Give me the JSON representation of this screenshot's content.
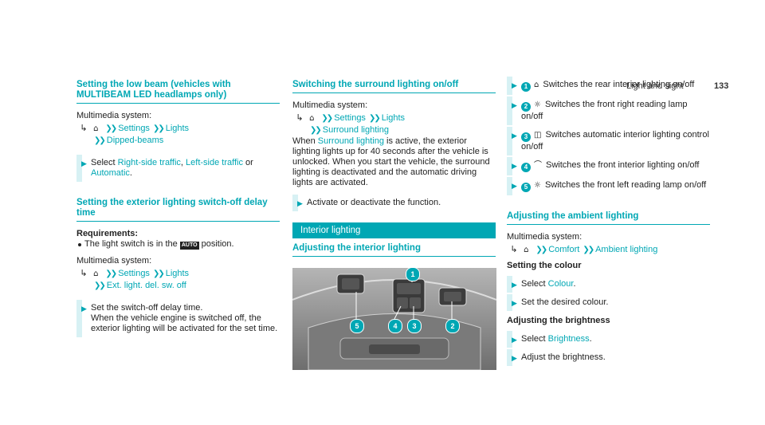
{
  "header": {
    "running_head": "Light and sight",
    "page_number": "133"
  },
  "col1": {
    "sec1": {
      "title": "Setting the low beam (vehicles with MULTIBEAM LED headlamps only)",
      "ms": "Multimedia system:",
      "nav1": "Settings",
      "nav2": "Lights",
      "nav3": "Dipped-beams",
      "step_pre": "Select ",
      "step_l1": "Right-side traffic",
      "step_sep": ", ",
      "step_l2": "Left-side traffic",
      "step_or": " or",
      "step_l3": "Automatic",
      "step_end": "."
    },
    "sec2": {
      "title": "Setting the exterior lighting switch-off delay time",
      "req": "Requirements:",
      "bullet_pre": "The light switch is in the ",
      "auto": "AUTO",
      "bullet_post": " position.",
      "ms": "Multimedia system:",
      "nav1": "Settings",
      "nav2": "Lights",
      "nav3": "Ext. light. del. sw. off",
      "step": "Set the switch-off delay time.",
      "step2": "When the vehicle engine is switched off, the exterior lighting will be activated for the set time."
    }
  },
  "col2": {
    "sec1": {
      "title": "Switching the surround lighting on/off",
      "ms": "Multimedia system:",
      "nav1": "Settings",
      "nav2": "Lights",
      "nav3": "Surround lighting",
      "when_pre": "When ",
      "when_link": "Surround lighting",
      "when_post": " is active, the exterior lighting lights up for 40 seconds after the vehicle is unlocked. When you start the vehicle, the surround lighting is deactivated and the automatic driving lights are activated.",
      "step": "Activate or deactivate the function."
    },
    "banner": "Interior lighting",
    "sec2": {
      "title": "Adjusting the interior lighting"
    },
    "callouts": [
      "1",
      "2",
      "3",
      "4",
      "5"
    ]
  },
  "col3": {
    "steps": [
      {
        "num": "1",
        "text": "Switches the rear interior lighting on/off"
      },
      {
        "num": "2",
        "text": "Switches the front right reading lamp on/off"
      },
      {
        "num": "3",
        "text": "Switches automatic interior lighting control on/off"
      },
      {
        "num": "4",
        "text": "Switches the front interior lighting on/off"
      },
      {
        "num": "5",
        "text": "Switches the front left reading lamp on/off"
      }
    ],
    "sec": {
      "title": "Adjusting the ambient lighting",
      "ms": "Multimedia system:",
      "nav1": "Comfort",
      "nav2": "Ambient lighting",
      "h1": "Setting the colour",
      "s1_pre": "Select ",
      "s1_link": "Colour",
      "s1_end": ".",
      "s2": "Set the desired colour.",
      "h2": "Adjusting the brightness",
      "s3_pre": "Select ",
      "s3_link": "Brightness",
      "s3_end": ".",
      "s4": "Adjust the brightness."
    }
  },
  "accent": "#00a7b4"
}
